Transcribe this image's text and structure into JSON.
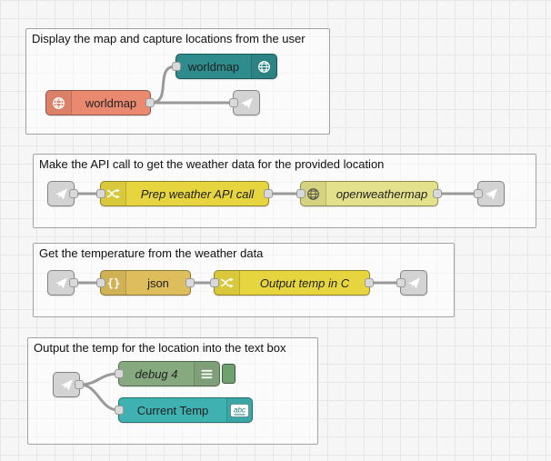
{
  "canvas": {
    "background": "#f6f6f7",
    "grid_color": "#e7e7ea",
    "wire_color": "#999999",
    "port_color": "#d9d9d9"
  },
  "icons": {
    "braces_glyph": "{}",
    "abc_glyph": "abc"
  },
  "groups": [
    {
      "title": "Display the map and capture locations from the user",
      "nodes": [
        {
          "id": "worldmap-output",
          "label": "worldmap",
          "color": "#2E8C8C",
          "icon": "globe-white"
        },
        {
          "id": "worldmap-input",
          "label": "worldmap",
          "color": "#E98A70",
          "icon": "globe-white"
        },
        {
          "id": "link-out-1",
          "color": "#D3D3D3",
          "icon": "paper-plane"
        }
      ]
    },
    {
      "title": "Make the API call to get the weather data for the provided location",
      "nodes": [
        {
          "id": "link-in-2",
          "color": "#D3D3D3",
          "icon": "paper-plane"
        },
        {
          "id": "prep-weather-function",
          "label": "Prep weather API call",
          "color": "#E7D53F",
          "icon": "shuffle"
        },
        {
          "id": "openweathermap",
          "label": "openweathermap",
          "color": "#E3E18B",
          "icon": "globe-dark"
        },
        {
          "id": "link-out-2",
          "color": "#D3D3D3",
          "icon": "paper-plane"
        }
      ]
    },
    {
      "title": "Get the temperature from the weather data",
      "nodes": [
        {
          "id": "link-in-3",
          "color": "#D3D3D3",
          "icon": "paper-plane"
        },
        {
          "id": "json-parser",
          "label": "json",
          "color": "#DEBD5C",
          "icon": "braces"
        },
        {
          "id": "output-temp-function",
          "label": "Output temp in C",
          "color": "#E7D53F",
          "icon": "shuffle"
        },
        {
          "id": "link-out-3",
          "color": "#D3D3D3",
          "icon": "paper-plane"
        }
      ]
    },
    {
      "title": "Output the temp for the location into the text box",
      "nodes": [
        {
          "id": "link-in-4",
          "color": "#D3D3D3",
          "icon": "paper-plane"
        },
        {
          "id": "debug-4",
          "label": "debug 4",
          "color": "#87A980",
          "icon": "debug-list",
          "toggle_color": "#6FA16F"
        },
        {
          "id": "ui-text-current-temp",
          "label": "Current Temp",
          "color": "#3FB1B1",
          "icon": "abc"
        }
      ]
    }
  ]
}
